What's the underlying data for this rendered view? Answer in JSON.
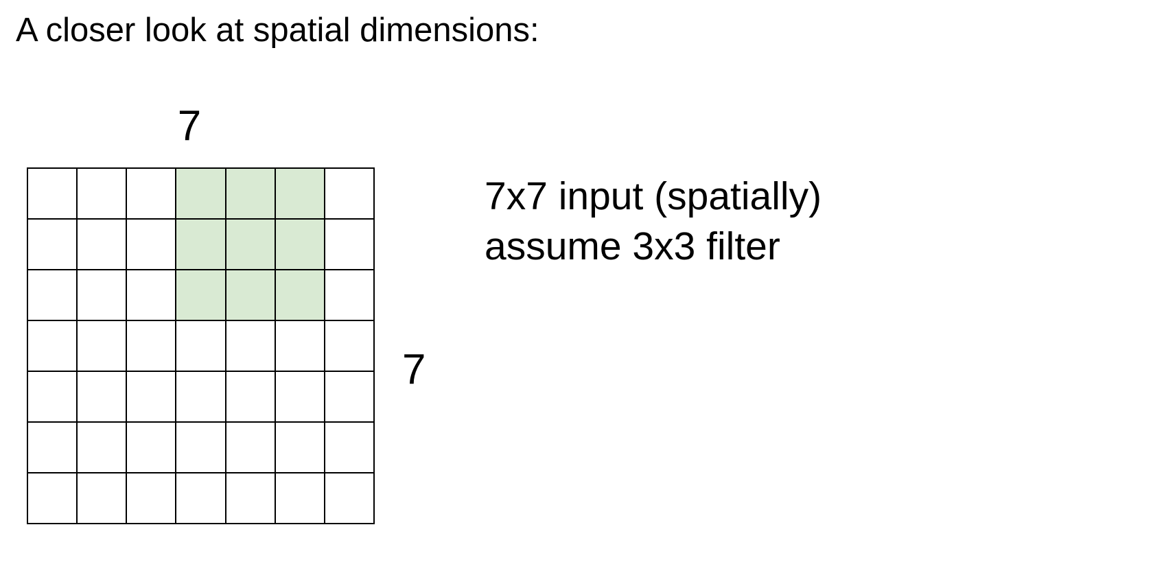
{
  "slide": {
    "title": "A closer look at spatial dimensions:",
    "grid": {
      "rows": 7,
      "cols": 7,
      "top_label": "7",
      "side_label": "7",
      "highlight": {
        "row_start": 0,
        "row_end": 2,
        "col_start": 3,
        "col_end": 5
      },
      "highlight_color": "#d9ead3",
      "line_color": "#000000"
    },
    "annotation": {
      "line1": "7x7 input (spatially)",
      "line2": "assume 3x3 filter"
    },
    "colors": {
      "background": "#ffffff",
      "text": "#000000"
    }
  }
}
